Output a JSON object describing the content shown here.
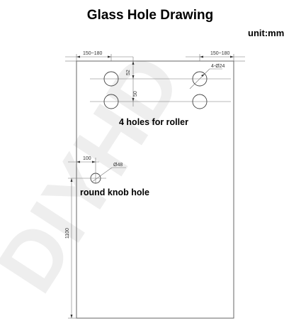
{
  "title": "Glass Hole Drawing",
  "unit": "unit:mm",
  "watermark": "DIYHD",
  "roller_holes_label": "4 holes for roller",
  "knob_hole_label": "round knob hole",
  "dimensions": {
    "left_offset": "150~180",
    "right_offset": "150~180",
    "top_offset": "52",
    "hole_spacing": "50",
    "roller_hole_diameter": "4-Ø24",
    "knob_offset": "100",
    "knob_diameter": "Ø48",
    "knob_height": "1100"
  },
  "colors": {
    "line": "#555555",
    "watermark": "#eeeeee"
  }
}
